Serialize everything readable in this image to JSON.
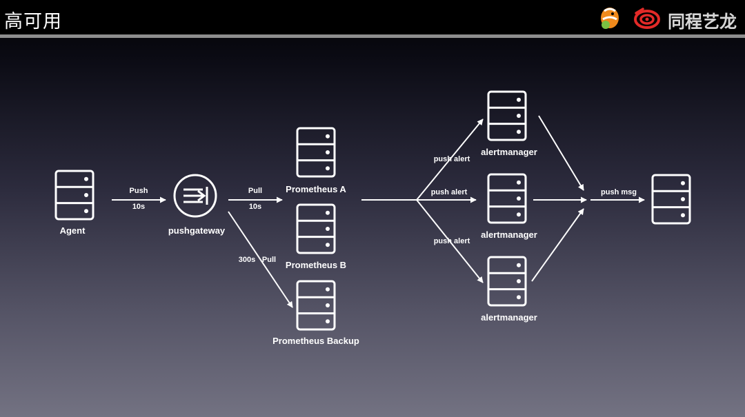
{
  "slide": {
    "title": "高可用",
    "brand": "同程艺龙"
  },
  "colors": {
    "accent": "#ffffff",
    "title_rule": "#8e8e8e",
    "logo_red": "#e32a28",
    "logo_orange": "#f08a1c",
    "logo_green": "#7ac142"
  },
  "diagram": {
    "nodes": {
      "agent": "Agent",
      "pushgateway": "pushgateway",
      "prom_a": "Prometheus A",
      "prom_b": "Prometheus B",
      "prom_backup": "Prometheus Backup",
      "am_top": "alertmanager",
      "am_mid": "alertmanager",
      "am_bottom": "alertmanager"
    },
    "edges": {
      "push": "Push",
      "push_interval": "10s",
      "pull": "Pull",
      "pull_interval": "10s",
      "backup_interval": "300s",
      "backup_pull": "Pull",
      "alert_top": "push alert",
      "alert_mid": "push alert",
      "alert_bottom": "push alert",
      "msg": "push msg"
    },
    "icons": {
      "server": "server-icon",
      "gateway": "pushgateway-icon"
    }
  }
}
